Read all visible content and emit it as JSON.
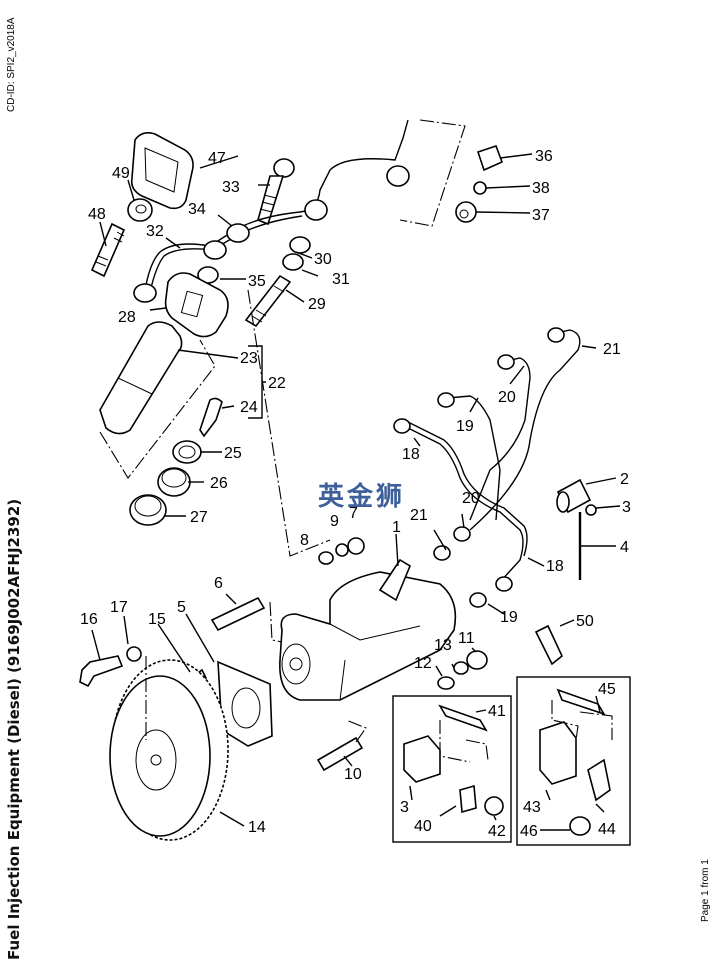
{
  "document": {
    "cd_id": "CD-ID: SPI2_v2018A",
    "title": "Fuel Injection Equipment (Diesel) (9169J002AFHJ2392)",
    "page_info": "Page 1 from 1",
    "watermark": "英金狮"
  },
  "diagram": {
    "callouts": {
      "c1": "1",
      "c2": "2",
      "c3": "3",
      "c3b": "3",
      "c4": "4",
      "c5": "5",
      "c6": "6",
      "c7": "7",
      "c8": "8",
      "c9": "9",
      "c10": "10",
      "c11": "11",
      "c12": "12",
      "c13": "13",
      "c14": "14",
      "c15": "15",
      "c16": "16",
      "c17": "17",
      "c18": "18",
      "c18b": "18",
      "c19": "19",
      "c19b": "19",
      "c20": "20",
      "c20b": "20",
      "c21": "21",
      "c21b": "21",
      "c22": "22",
      "c23": "23",
      "c24": "24",
      "c25": "25",
      "c26": "26",
      "c27": "27",
      "c28": "28",
      "c29": "29",
      "c30": "30",
      "c31": "31",
      "c32": "32",
      "c33": "33",
      "c34": "34",
      "c35": "35",
      "c36": "36",
      "c37": "37",
      "c38": "38",
      "c40": "40",
      "c41": "41",
      "c42": "42",
      "c43": "43",
      "c44": "44",
      "c45": "45",
      "c46": "46",
      "c47": "47",
      "c48": "48",
      "c49": "49",
      "c50": "50"
    }
  }
}
